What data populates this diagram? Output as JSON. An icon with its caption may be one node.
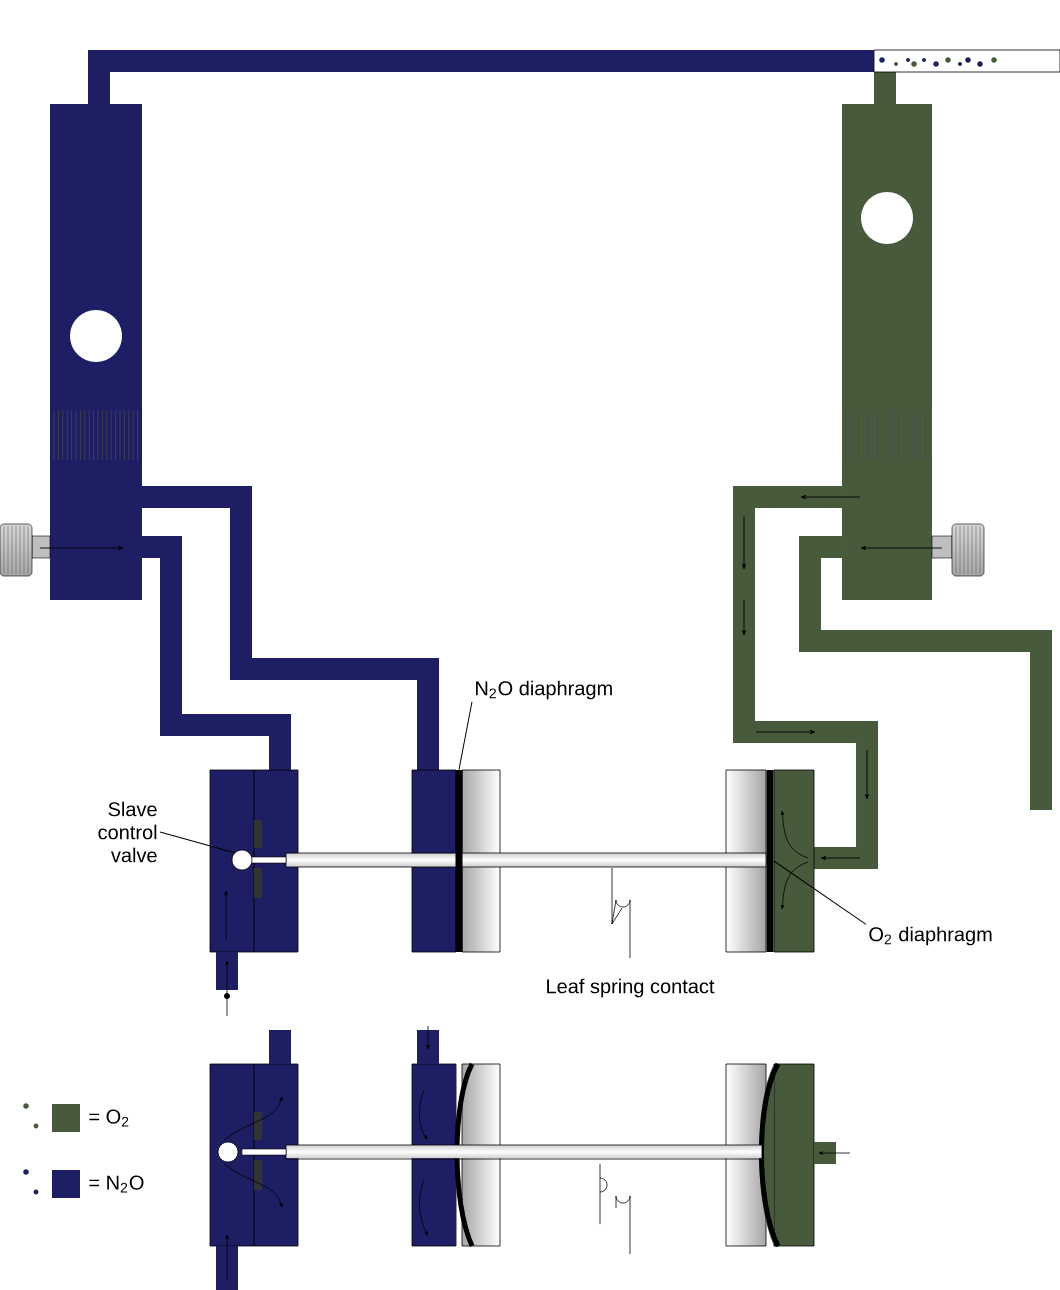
{
  "diagram": {
    "nodes": [
      {
        "text": [
          "Slave control valve"
        ]
      },
      {
        "text": [],
        "shape": "circle"
      },
      {
        "text": [
          "N$_{2}$O diaphragm"
        ]
      },
      {
        "text": [],
        "shape": "bar"
      },
      {
        "text": [
          "O$_{2}$ diaphragm"
        ]
      },
      {
        "text": [],
        "shape": "bar"
      }
    ],
    "edges": [
      {
        "from": 0,
        "to": 1,
        "arrow": "none"
      },
      {
        "from": 2,
        "to": 3,
        "arrow": "none"
      },
      {
        "from": 4,
        "to": 5,
        "arrow": "none"
      }
    ],
    "labels": [
      "Leaf spring contact"
    ],
    "legend": [
      {
        "text": "= O$_{2}$",
        "color": "#485a3c"
      },
      {
        "text": "= N$_{2}$O",
        "color": "#1e1e64"
      }
    ]
  }
}
